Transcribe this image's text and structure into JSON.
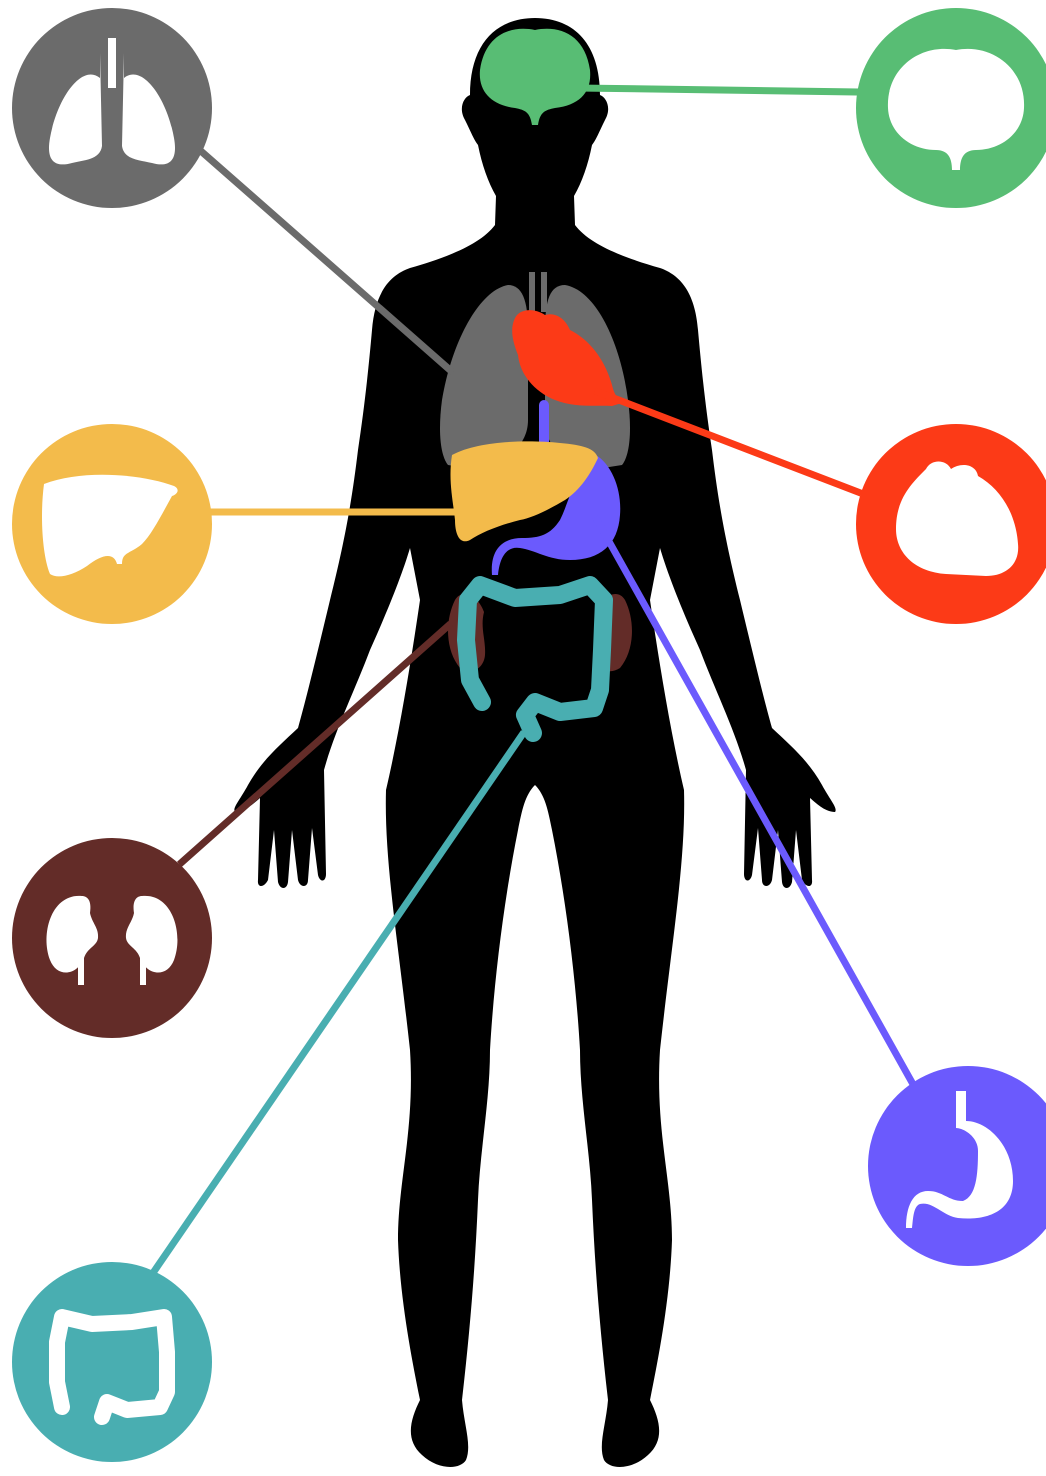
{
  "diagram": {
    "background_color": "#ffffff",
    "body_color": "#000000",
    "organ_icon_color": "#ffffff",
    "organs": [
      {
        "id": "lungs",
        "icon": "lungs-icon",
        "color": "#6b6b6b"
      },
      {
        "id": "brain",
        "icon": "brain-icon",
        "color": "#58bd74"
      },
      {
        "id": "liver",
        "icon": "liver-icon",
        "color": "#f3bb4b"
      },
      {
        "id": "heart",
        "icon": "heart-icon",
        "color": "#fc3a17"
      },
      {
        "id": "kidneys",
        "icon": "kidneys-icon",
        "color": "#632c28"
      },
      {
        "id": "stomach",
        "icon": "stomach-icon",
        "color": "#6b5afd"
      },
      {
        "id": "intestine",
        "icon": "intestine-icon",
        "color": "#49aeb1"
      }
    ]
  }
}
